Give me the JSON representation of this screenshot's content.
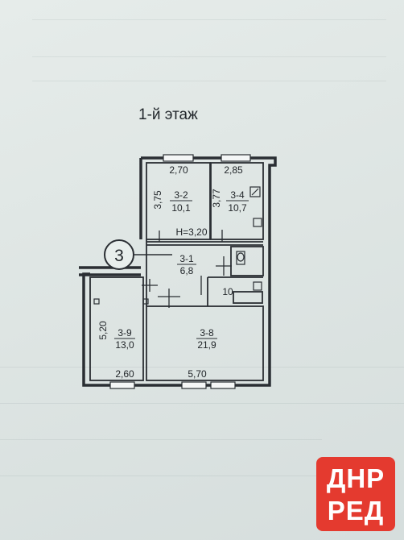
{
  "page": {
    "title": "1-й этаж"
  },
  "plan": {
    "height_label": "H=3,20",
    "callout": "3",
    "rooms": [
      {
        "id": "3-1",
        "area": "6,8"
      },
      {
        "id": "3-2",
        "area": "10,1"
      },
      {
        "id": "3-4",
        "area": "10,7"
      },
      {
        "id": "3-8",
        "area": "21,9"
      },
      {
        "id": "3-9",
        "area": "13,0"
      }
    ],
    "dimensions": [
      "2,70",
      "2,85",
      "3,75",
      "3,77",
      "5,20",
      "2,60",
      "5,70",
      "10"
    ]
  },
  "watermark": {
    "line1": "ДНР",
    "line2": "РЕД",
    "color": "#e43a2f"
  }
}
